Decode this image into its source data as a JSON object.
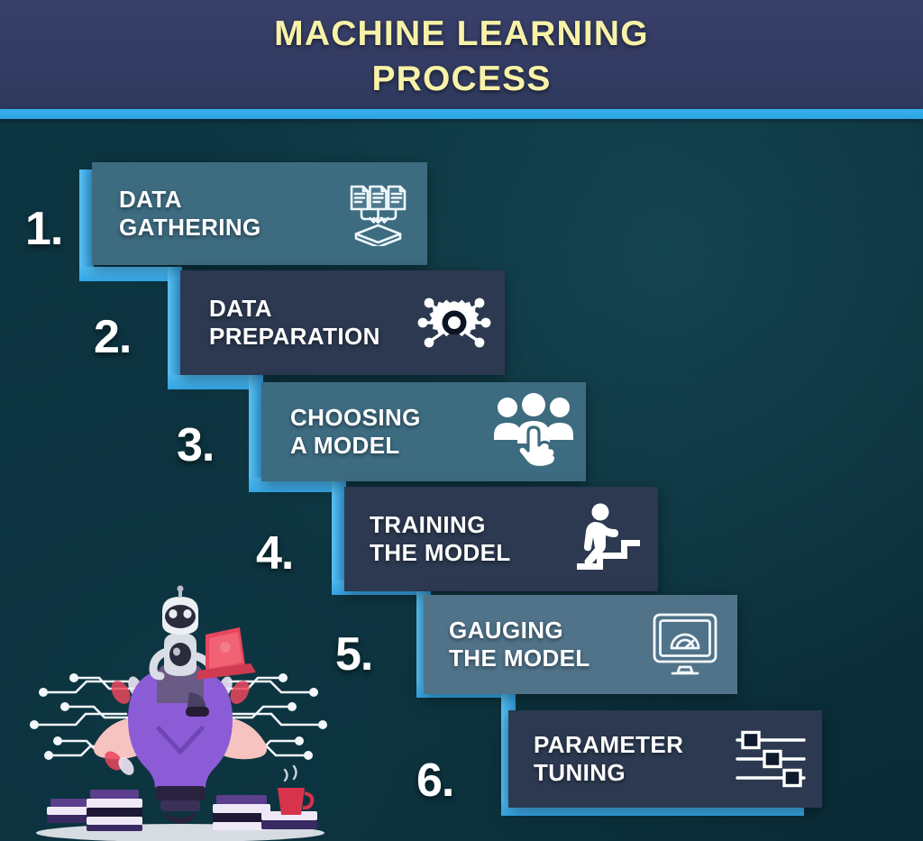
{
  "header": {
    "title_line1": "MACHINE LEARNING",
    "title_line2": "PROCESS",
    "title_color": "#f7f2a8",
    "background_color": "#343c64",
    "accent_bar_color": "#36b0ec"
  },
  "theme": {
    "page_background": "#0c333f",
    "stair_accent": "#3fb0ef",
    "card_light": "#3d6b80",
    "card_dark": "#2c3950",
    "number_color": "#ffffff",
    "label_color": "#ffffff"
  },
  "steps": [
    {
      "number": "1.",
      "label": "DATA\nGATHERING",
      "icon": "documents-to-database-icon",
      "card_color": "#3d6b80",
      "tone": "light"
    },
    {
      "number": "2.",
      "label": "DATA\nPREPARATION",
      "icon": "gear-network-icon",
      "card_color": "#2c3950",
      "tone": "dark"
    },
    {
      "number": "3.",
      "label": "CHOOSING\nA MODEL",
      "icon": "people-select-icon",
      "card_color": "#3d6b80",
      "tone": "light"
    },
    {
      "number": "4.",
      "label": "TRAINING\nTHE MODEL",
      "icon": "person-climbing-stairs-icon",
      "card_color": "#2c3950",
      "tone": "dark"
    },
    {
      "number": "5.",
      "label": "GAUGING\nTHE MODEL",
      "icon": "monitor-gauge-icon",
      "card_color": "#50738a",
      "tone": "light"
    },
    {
      "number": "6.",
      "label": "PARAMETER\nTUNING",
      "icon": "sliders-icon",
      "card_color": "#2c3950",
      "tone": "dark"
    }
  ],
  "illustration": {
    "name": "robot-with-laptop-on-lightbulb-illustration",
    "robot_body_color": "#e8ebf0",
    "robot_visor_color": "#2a2c3c",
    "laptop_color": "#e8475e",
    "bulb_color": "#8b5cd6",
    "wing_color": "#f6c3c0",
    "circuit_color": "#ffffff",
    "book_color": "#5b3f8c",
    "cup_color": "#d7334a"
  }
}
